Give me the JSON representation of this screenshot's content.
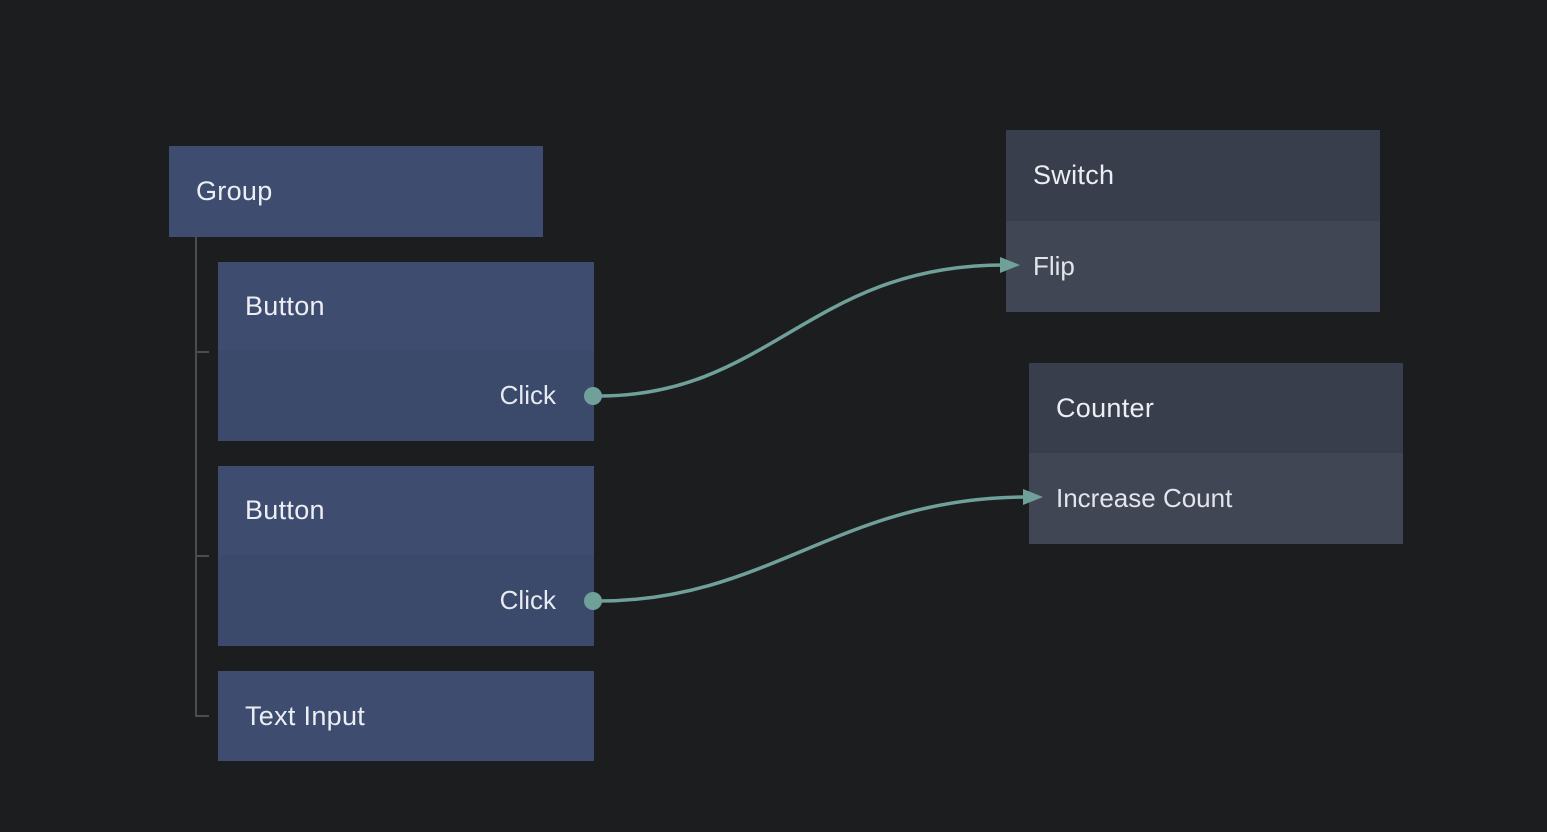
{
  "canvas": {
    "background_color": "#1c1d1f"
  },
  "colors": {
    "left_node_header": "#3e4d6f",
    "left_node_body": "#3b4a6a",
    "right_node_header": "#393e4c",
    "right_node_body": "#414655",
    "wire": "#6fa099",
    "port": "#6fa099",
    "tree_line": "#4a4c50",
    "text": "#e7eaf0"
  },
  "nodes": {
    "group": {
      "title": "Group"
    },
    "button1": {
      "title": "Button",
      "event": "Click"
    },
    "button2": {
      "title": "Button",
      "event": "Click"
    },
    "text_input": {
      "title": "Text Input"
    },
    "switch": {
      "title": "Switch",
      "action": "Flip"
    },
    "counter": {
      "title": "Counter",
      "action": "Increase Count"
    }
  },
  "hierarchy": {
    "parent": "Group",
    "children": [
      "Button",
      "Button",
      "Text Input"
    ]
  },
  "connections": [
    {
      "from_node": "Button",
      "from_port": "Click",
      "to_node": "Switch",
      "to_action": "Flip"
    },
    {
      "from_node": "Button",
      "from_port": "Click",
      "to_node": "Counter",
      "to_action": "Increase Count"
    }
  ]
}
